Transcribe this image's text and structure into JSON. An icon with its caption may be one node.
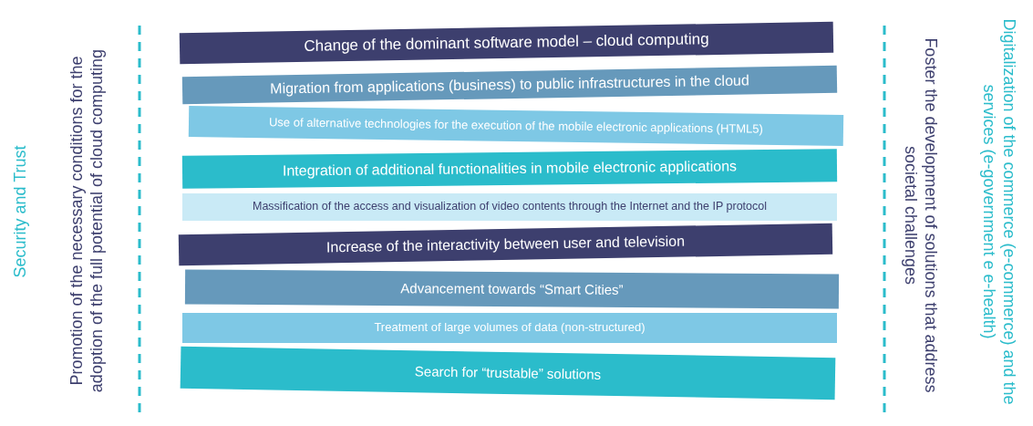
{
  "diagram": {
    "nodes": [
      {
        "text": [
          "Change of the dominant software model – cloud computing"
        ]
      },
      {
        "text": [
          "Migration from applications (business) to public infrastructures in the cloud"
        ]
      },
      {
        "text": [
          "Use of alternative technologies for the execution of the mobile electronic applications  (HTML5)"
        ]
      },
      {
        "text": [
          "Integration of additional functionalities in mobile electronic applications"
        ]
      },
      {
        "text": [
          "Massification of the access and visualization of video contents through the Internet and the IP protocol"
        ]
      },
      {
        "text": [
          "Increase of the interactivity between user and television"
        ]
      },
      {
        "text": [
          "Advancement towards “Smart Cities”"
        ]
      },
      {
        "text": [
          "Treatment of large volumes of data (non-structured)"
        ]
      },
      {
        "text": [
          "Search for “trustable” solutions"
        ]
      }
    ],
    "labels": [
      "Security and Trust",
      "Promotion of the necessary conditions for the adoption of the full potential of cloud computing",
      "Foster the development of solutions that address societal challenges",
      "Digitalization of the commerce (e-commerce) and the services (e-government e e-health)"
    ]
  }
}
